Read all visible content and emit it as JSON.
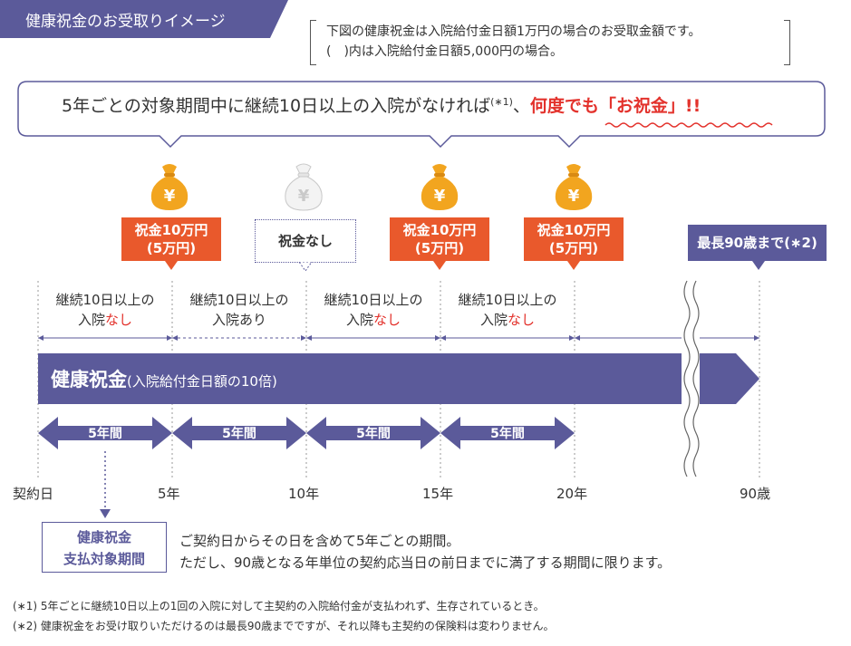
{
  "header": {
    "title": "健康祝金のお受取りイメージ"
  },
  "note": {
    "line1": "下図の健康祝金は入院給付金日額1万円の場合のお受取金額です。",
    "line2": "(　)内は入院給付金日額5,000円の場合。"
  },
  "callout": {
    "text": "5年ごとの対象期間中に継続10日以上の入院がなければ",
    "sup": "(∗1)",
    "comma": "、",
    "highlight": "何度でも「お祝金」!!"
  },
  "bonuses": [
    {
      "line1": "祝金10万円",
      "line2": "(5万円)",
      "received": true
    },
    {
      "line1": "祝金なし",
      "received": false
    },
    {
      "line1": "祝金10万円",
      "line2": "(5万円)",
      "received": true
    },
    {
      "line1": "祝金10万円",
      "line2": "(5万円)",
      "received": true
    }
  ],
  "max_age_label": "最長90歳まで(∗2)",
  "periods": [
    {
      "line1": "継続10日以上の",
      "line2_prefix": "入院",
      "line2_suffix": "なし"
    },
    {
      "line1": "継続10日以上の",
      "line2_prefix": "入院あり",
      "line2_suffix": ""
    },
    {
      "line1": "継続10日以上の",
      "line2_prefix": "入院",
      "line2_suffix": "なし"
    },
    {
      "line1": "継続10日以上の",
      "line2_prefix": "入院",
      "line2_suffix": "なし"
    }
  ],
  "main_bar": {
    "label": "健康祝金",
    "sub": "(入院給付金日額の10倍)"
  },
  "span_label": "5年間",
  "ticks": [
    "契約日",
    "5年",
    "10年",
    "15年",
    "20年",
    "90歳"
  ],
  "legend": {
    "box_line1": "健康祝金",
    "box_line2": "支払対象期間",
    "desc1": "ご契約日からその日を含めて5年ごとの期間。",
    "desc2": "ただし、90歳となる年単位の契約応当日の前日までに満了する期間に限ります。"
  },
  "footnotes": {
    "f1": "(∗1)  5年ごとに継続10日以上の1回の入院に対して主契約の入院給付金が支払われず、生存されているとき。",
    "f2": "(∗2)  健康祝金をお受け取りいただけるのは最長90歳までですが、それ以降も主契約の保険料は変わりません。"
  },
  "colors": {
    "primary": "#5b5a9a",
    "accent": "#e9592c",
    "gold": "#f2a51f",
    "red": "#e3322c"
  },
  "icons": [
    "yen-bag-icon",
    "yen-bag-outline-icon"
  ]
}
